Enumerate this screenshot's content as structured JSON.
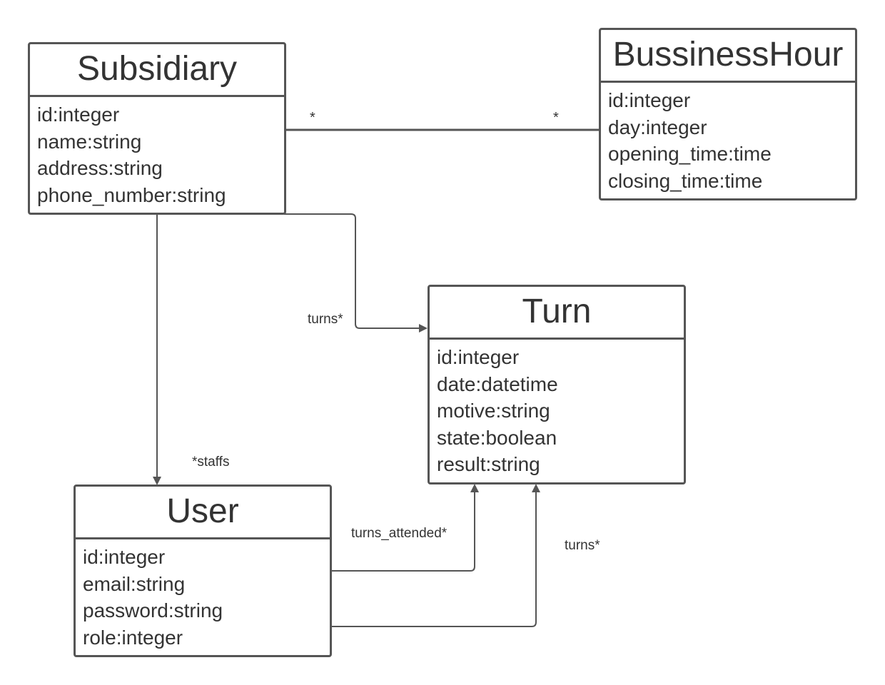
{
  "classes": {
    "subsidiary": {
      "name": "Subsidiary",
      "attributes": [
        "id:integer",
        "name:string",
        "address:string",
        "phone_number:string"
      ]
    },
    "business_hour": {
      "name": "BussinessHour",
      "attributes": [
        "id:integer",
        "day:integer",
        "opening_time:time",
        "closing_time:time"
      ]
    },
    "turn": {
      "name": "Turn",
      "attributes": [
        "id:integer",
        "date:datetime",
        "motive:string",
        "state:boolean",
        "result:string"
      ]
    },
    "user": {
      "name": "User",
      "attributes": [
        "id:integer",
        "email:string",
        "password:string",
        "role:integer"
      ]
    }
  },
  "associations": {
    "subsidiary_business_hour": {
      "source_multiplicity": "*",
      "target_multiplicity": "*"
    },
    "subsidiary_turns": {
      "label": "turns*"
    },
    "subsidiary_staffs": {
      "label": "*staffs"
    },
    "user_turns_attended": {
      "label": "turns_attended*"
    },
    "user_turns": {
      "label": "turns*"
    }
  },
  "colors": {
    "line": "#555555",
    "text": "#333333"
  }
}
